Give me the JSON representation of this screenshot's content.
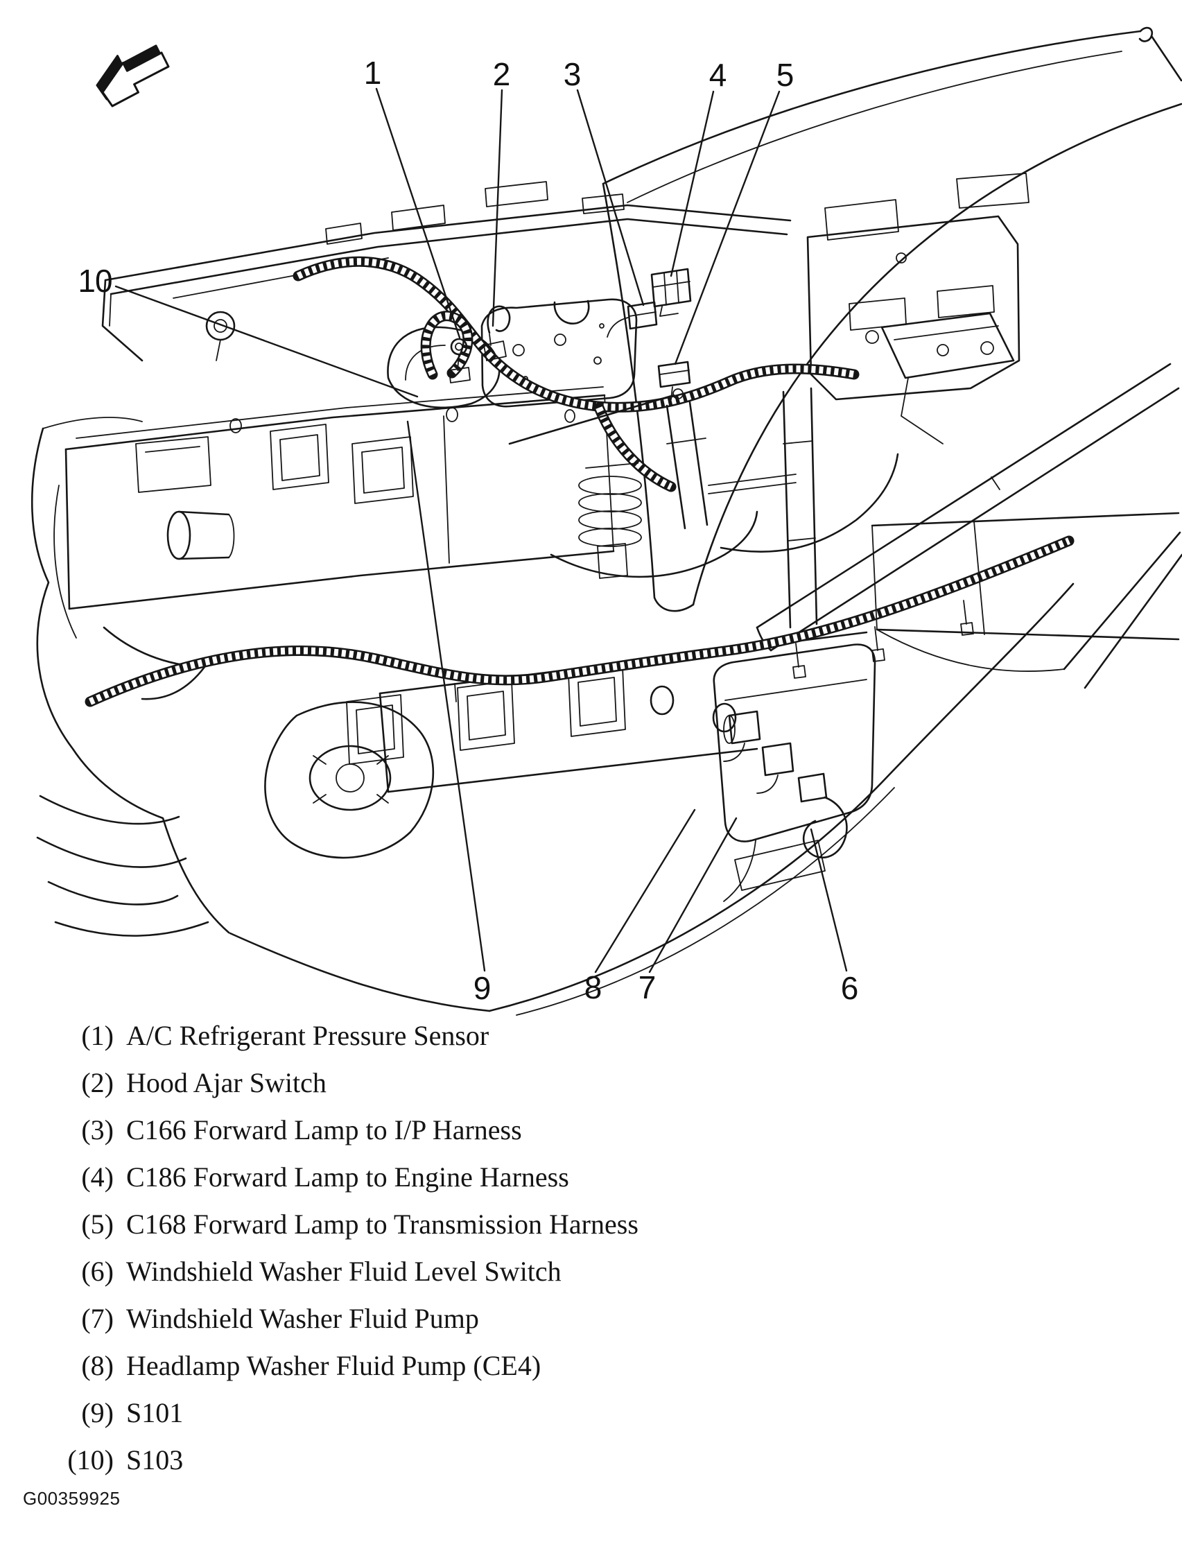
{
  "doc": {
    "figure_code": "G00359925",
    "description": "Component location view, vehicle front end wiring"
  },
  "icons": {
    "direction_arrow": "block-arrow pointing to lower-left (view direction indicator)"
  },
  "callouts": [
    {
      "n": "1"
    },
    {
      "n": "2"
    },
    {
      "n": "3"
    },
    {
      "n": "4"
    },
    {
      "n": "5"
    },
    {
      "n": "6"
    },
    {
      "n": "7"
    },
    {
      "n": "8"
    },
    {
      "n": "9"
    },
    {
      "n": "10"
    }
  ],
  "legend": {
    "items": [
      {
        "num": "(1)",
        "label": "A/C Refrigerant Pressure Sensor"
      },
      {
        "num": "(2)",
        "label": "Hood Ajar Switch"
      },
      {
        "num": "(3)",
        "label": "C166 Forward Lamp to I/P Harness"
      },
      {
        "num": "(4)",
        "label": "C186 Forward Lamp to Engine Harness"
      },
      {
        "num": "(5)",
        "label": "C168 Forward Lamp to Transmission Harness"
      },
      {
        "num": "(6)",
        "label": "Windshield Washer Fluid Level Switch"
      },
      {
        "num": "(7)",
        "label": "Windshield Washer Fluid Pump"
      },
      {
        "num": "(8)",
        "label": "Headlamp Washer Fluid Pump (CE4)"
      },
      {
        "num": "(9)",
        "label": "S101"
      },
      {
        "num": "(10)",
        "label": "S103"
      }
    ]
  }
}
